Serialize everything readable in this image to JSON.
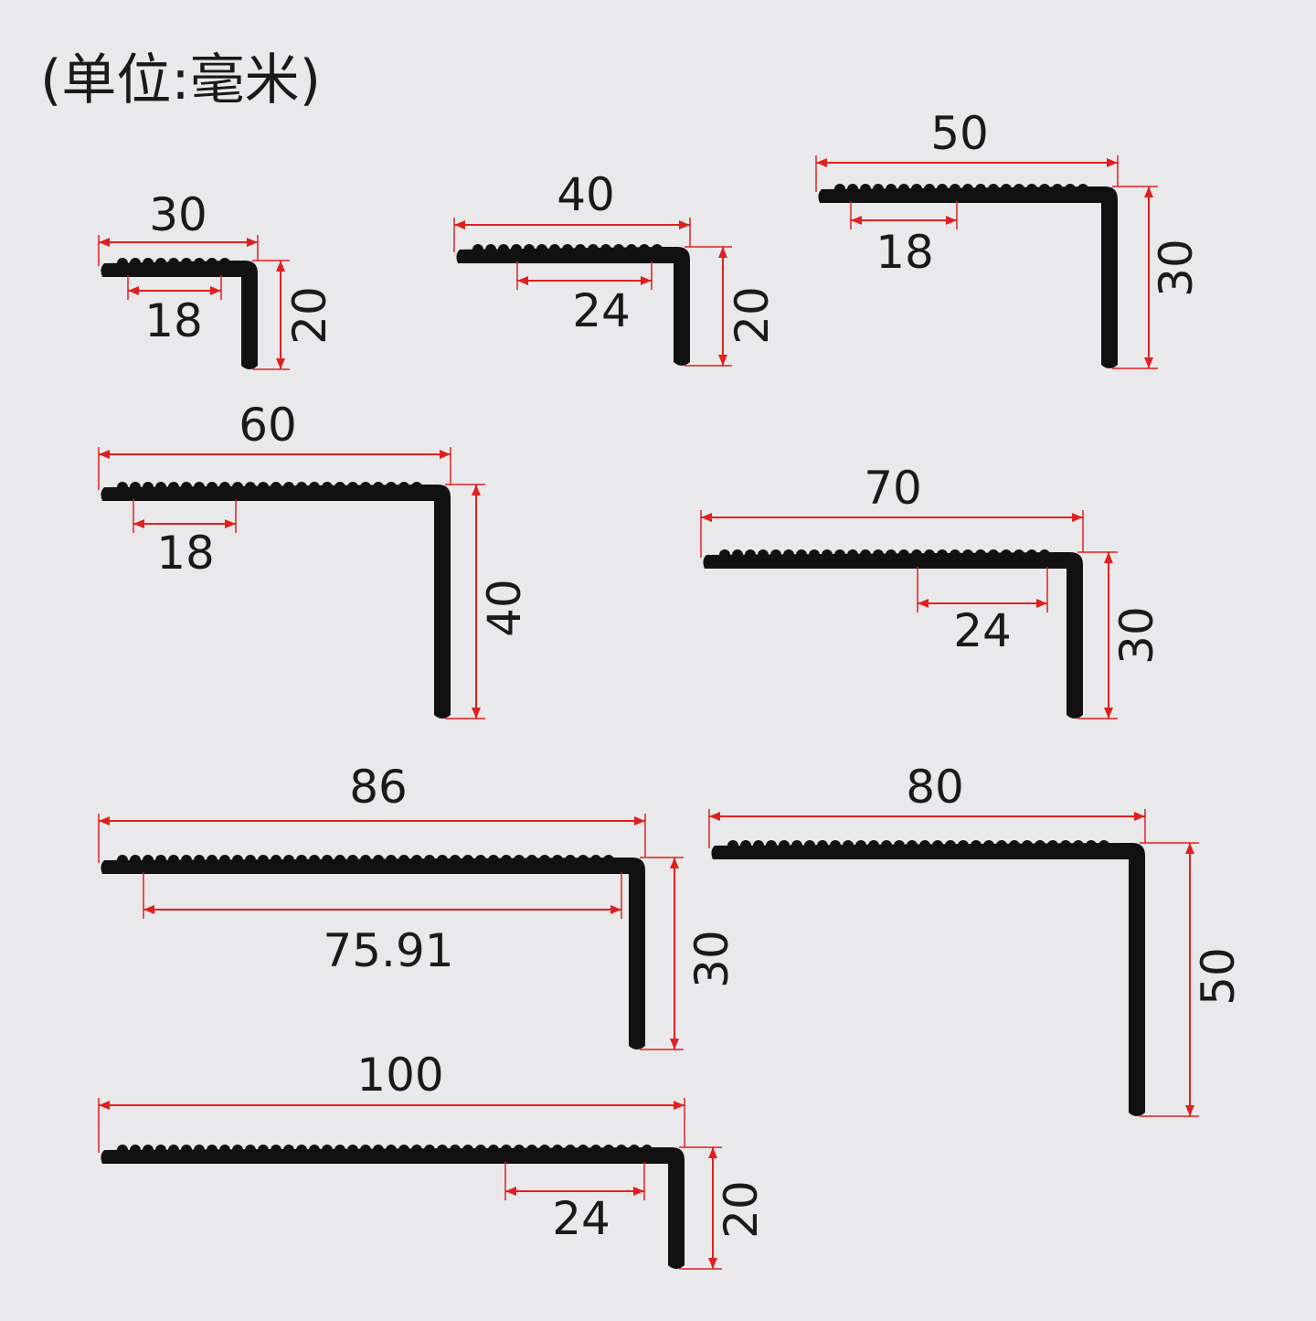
{
  "unit_label": "(单位:毫米)",
  "colors": {
    "background": "#e9e9eb",
    "profile": "#111111",
    "dimension": "#e02020"
  },
  "profiles": [
    {
      "id": "p30-20",
      "width": "30",
      "height": "20",
      "inner": "18"
    },
    {
      "id": "p40-20",
      "width": "40",
      "height": "20",
      "inner": "24"
    },
    {
      "id": "p50-30",
      "width": "50",
      "height": "30",
      "inner": "18"
    },
    {
      "id": "p60-40",
      "width": "60",
      "height": "40",
      "inner": "18"
    },
    {
      "id": "p70-30",
      "width": "70",
      "height": "30",
      "inner": "24"
    },
    {
      "id": "p86-30",
      "width": "86",
      "height": "30",
      "inner": "75.91"
    },
    {
      "id": "p80-50",
      "width": "80",
      "height": "50",
      "inner": ""
    },
    {
      "id": "p100-20",
      "width": "100",
      "height": "20",
      "inner": "24"
    }
  ]
}
